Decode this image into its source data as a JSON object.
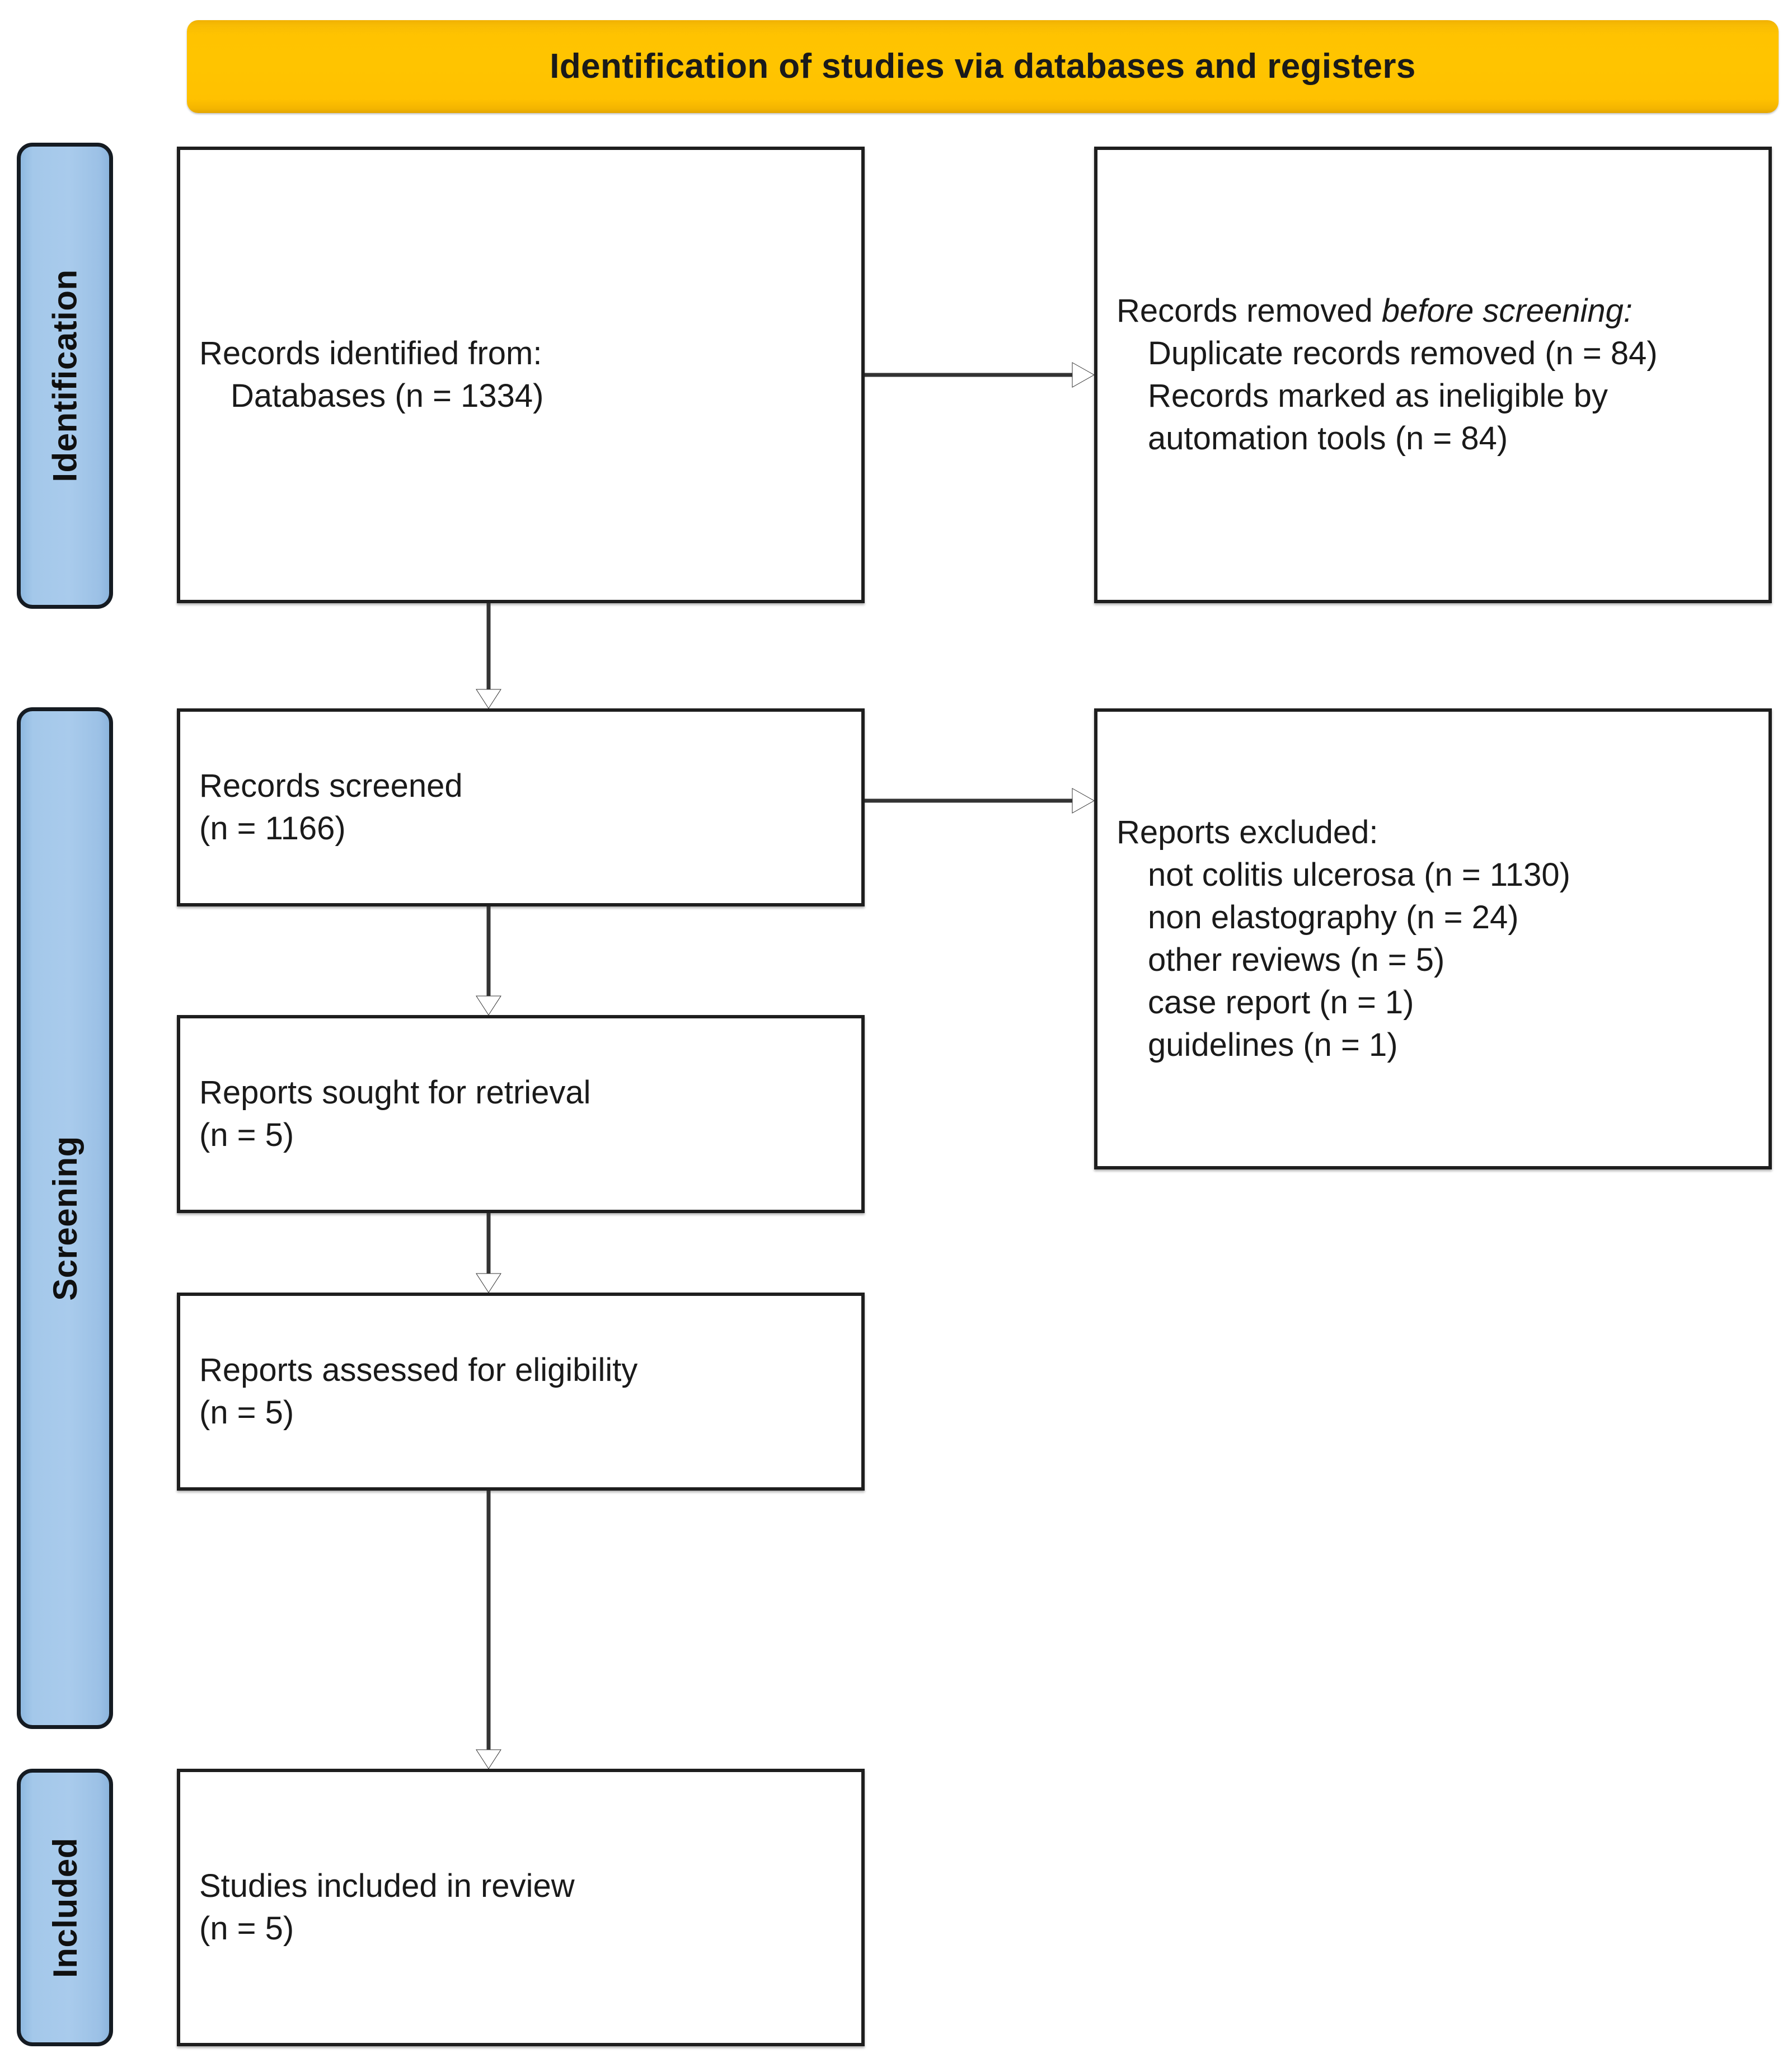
{
  "banner": {
    "title": "Identification of studies via databases and registers"
  },
  "colors": {
    "banner_fill": "#FFC000",
    "stage_fill": "#9DC3E6",
    "box_border": "#1E1E1E",
    "text": "#1A1A1A",
    "connector": "#333333"
  },
  "stages": [
    {
      "id": "identification",
      "label": "Identification"
    },
    {
      "id": "screening",
      "label": "Screening"
    },
    {
      "id": "included",
      "label": "Included"
    }
  ],
  "boxes": {
    "identified": {
      "line1": "Records identified from:",
      "line2": "Databases (n = 1334)"
    },
    "removed": {
      "line1_pre": "Records removed ",
      "line1_italic": "before screening",
      "line1_post": ":",
      "item1": "Duplicate records removed  (n = 84)",
      "item2": "Records marked as ineligible by automation tools (n = 84)"
    },
    "screened": {
      "line1": "Records screened",
      "line2": "(n = 1166)"
    },
    "excluded": {
      "heading": "Reports excluded:",
      "items": [
        "not colitis ulcerosa (n = 1130)",
        "non elastography (n = 24)",
        "other reviews (n = 5)",
        "case report (n = 1)",
        "guidelines (n = 1)"
      ]
    },
    "sought": {
      "line1": "Reports sought for retrieval",
      "line2": "(n = 5)"
    },
    "eligibility": {
      "line1": "Reports assessed for eligibility",
      "line2": "(n = 5)"
    },
    "included": {
      "line1": "Studies included in review",
      "line2": "(n = 5)"
    }
  },
  "chart_data": {
    "type": "diagram",
    "title": "Identification of studies via databases and registers",
    "nodes": [
      {
        "id": "identified",
        "stage": "Identification",
        "label": "Records identified from: Databases",
        "n": 1334
      },
      {
        "id": "removed",
        "stage": "Identification",
        "label": "Records removed before screening",
        "duplicate_records_removed": 84,
        "marked_ineligible_by_automation_tools": 84
      },
      {
        "id": "screened",
        "stage": "Screening",
        "label": "Records screened",
        "n": 1166
      },
      {
        "id": "excluded",
        "stage": "Screening",
        "label": "Reports excluded",
        "reasons": [
          {
            "reason": "not colitis ulcerosa",
            "n": 1130
          },
          {
            "reason": "non elastography",
            "n": 24
          },
          {
            "reason": "other reviews",
            "n": 5
          },
          {
            "reason": "case report",
            "n": 1
          },
          {
            "reason": "guidelines",
            "n": 1
          }
        ]
      },
      {
        "id": "sought",
        "stage": "Screening",
        "label": "Reports sought for retrieval",
        "n": 5
      },
      {
        "id": "eligibility",
        "stage": "Screening",
        "label": "Reports assessed for eligibility",
        "n": 5
      },
      {
        "id": "included",
        "stage": "Included",
        "label": "Studies included in review",
        "n": 5
      }
    ],
    "edges": [
      {
        "from": "identified",
        "to": "removed",
        "direction": "right"
      },
      {
        "from": "identified",
        "to": "screened",
        "direction": "down"
      },
      {
        "from": "screened",
        "to": "excluded",
        "direction": "right"
      },
      {
        "from": "screened",
        "to": "sought",
        "direction": "down"
      },
      {
        "from": "sought",
        "to": "eligibility",
        "direction": "down"
      },
      {
        "from": "eligibility",
        "to": "included",
        "direction": "down"
      }
    ]
  }
}
